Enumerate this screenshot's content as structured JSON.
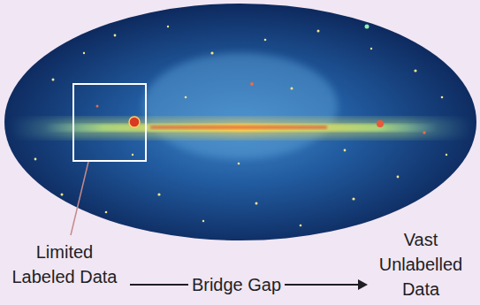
{
  "diagram": {
    "nodes": [
      {
        "text": [
          "Limited Labeled Data"
        ]
      },
      {
        "text": [
          "Vast Unlabelled Data"
        ]
      }
    ],
    "edges": [
      {
        "from": 0,
        "to": 1,
        "label": "Bridge Gap",
        "arrow": "to"
      }
    ]
  }
}
